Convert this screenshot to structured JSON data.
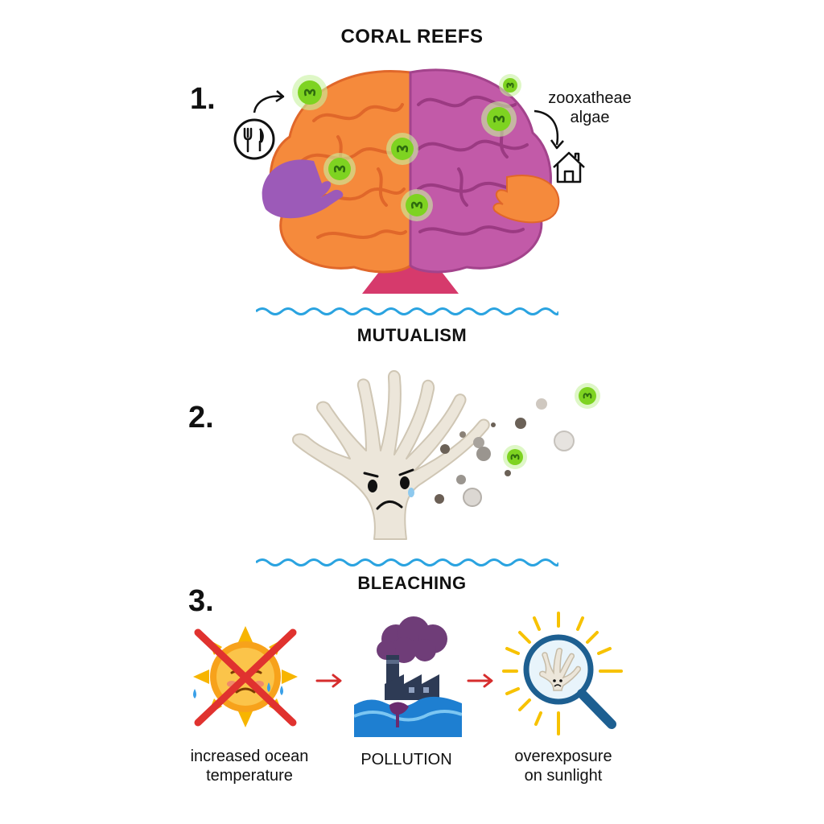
{
  "title": "CORAL REEFS",
  "steps": {
    "one": "1.",
    "two": "2.",
    "three": "3."
  },
  "section1": {
    "label": "MUTUALISM",
    "algae_label_line1": "zooxatheae",
    "algae_label_line2": "algae",
    "icons": [
      "fork-knife-icon",
      "house-icon"
    ]
  },
  "section2": {
    "label": "BLEACHING"
  },
  "section3": {
    "causes": [
      {
        "line1": "increased ocean",
        "line2": "temperature",
        "icon": "crossed-sun-icon"
      },
      {
        "line1": "POLLUTION",
        "line2": "",
        "icon": "factory-icon"
      },
      {
        "line1": "overexposure",
        "line2": "on sunlight",
        "icon": "magnifier-sun-icon"
      }
    ]
  },
  "colors": {
    "coral_orange": "#f58a3c",
    "coral_purple": "#c25aa8",
    "algae_green": "#7ed321",
    "water_blue": "#2aa3e0",
    "arrow_red": "#d62d2d",
    "bleached": "#ece6da"
  }
}
